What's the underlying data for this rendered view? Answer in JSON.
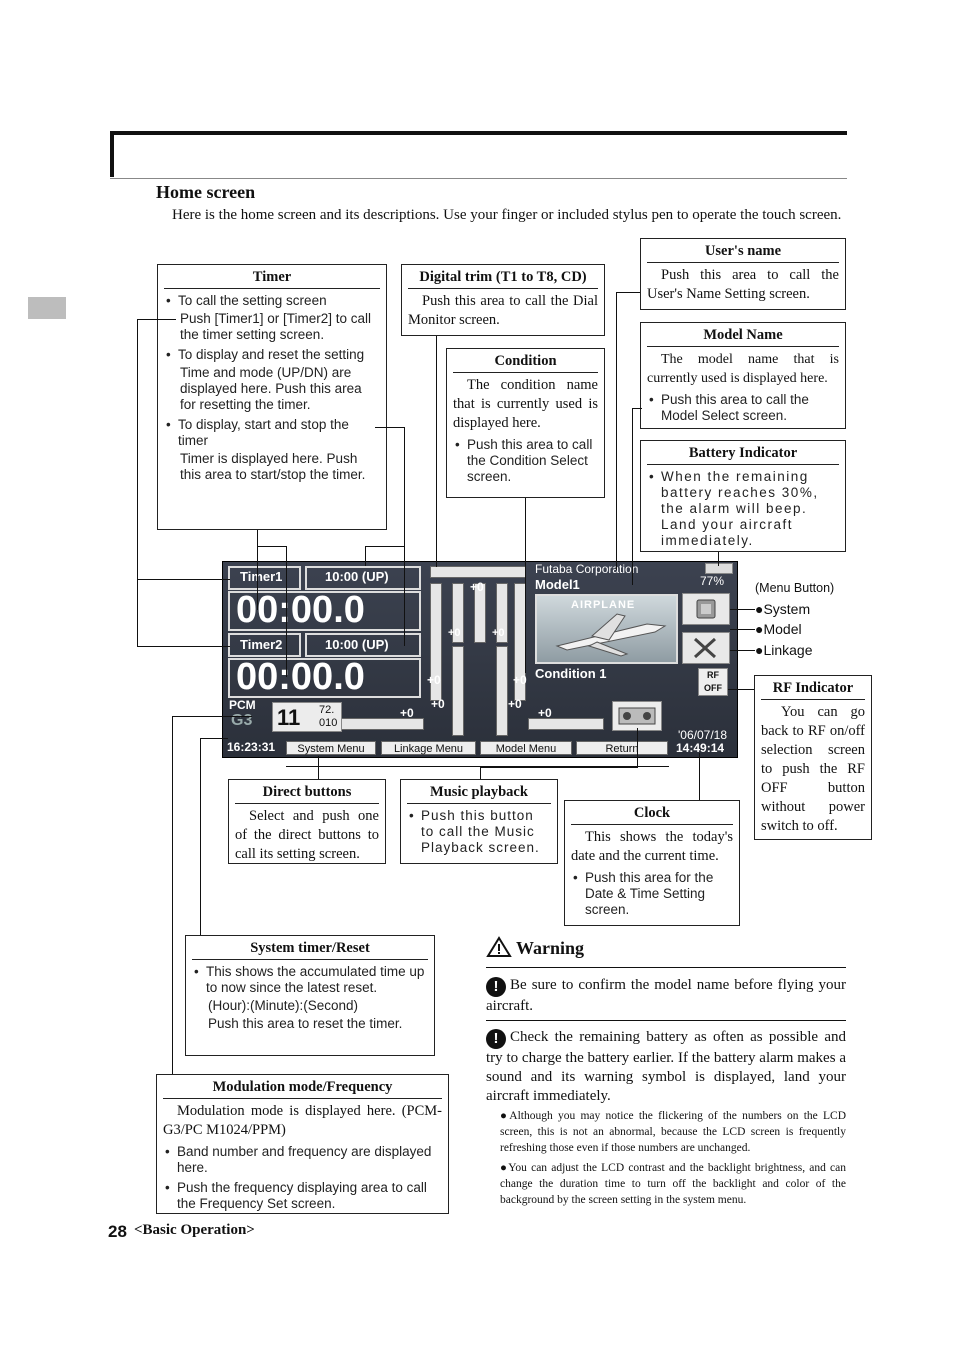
{
  "section_title": "Home screen",
  "intro": "Here is the home screen and its descriptions. Use your finger or included stylus pen to operate the touch screen.",
  "boxes": {
    "timer": {
      "title": "Timer",
      "b1": "To call the setting screen",
      "s1": "Push [Timer1] or [Timer2] to call the timer setting screen.",
      "b2": "To display and reset the setting",
      "s2": "Time and mode (UP/DN) are displayed here. Push this area for resetting the timer.",
      "b3": "To display, start and stop the timer",
      "s3": "Timer is displayed here. Push this area to start/stop the timer."
    },
    "trim": {
      "title": "Digital trim (T1 to T8, CD)",
      "text": "Push this area to call the Dial Monitor screen."
    },
    "condition": {
      "title": "Condition",
      "text": "The condition name that is currently used is displayed here.",
      "b1": "Push this area to call the Condition Select screen."
    },
    "user": {
      "title": "User's name",
      "text": "Push this area to call the User's Name Setting screen."
    },
    "model": {
      "title": "Model Name",
      "text": "The model name that is currently used is displayed here.",
      "b1": "Push this area to call the Model Select screen."
    },
    "battery": {
      "title": "Battery Indicator",
      "b1": "When the remaining battery reaches 30%, the alarm will beep. Land your aircraft immediately."
    },
    "rf": {
      "title": "RF Indicator",
      "text": "You can go back to RF on/off selection screen to push the RF OFF button without power switch to off."
    },
    "direct": {
      "title": "Direct buttons",
      "text": "Select and push one of the direct buttons to call its setting screen."
    },
    "music": {
      "title": "Music playback",
      "b1": "Push this button to call the Music Playback screen."
    },
    "clock": {
      "title": "Clock",
      "text": "This shows the today's date and the current time.",
      "b1": "Push this area for the Date & Time Setting screen."
    },
    "systimer": {
      "title": "System timer/Reset",
      "b1": "This shows the accumulated time up to now since the latest reset.",
      "s1": "(Hour):(Minute):(Second)",
      "s2": "Push this area to reset the timer."
    },
    "modulation": {
      "title": "Modulation mode/Frequency",
      "text": "Modulation mode is displayed here. (PCM-G3/PC   M1024/PPM)",
      "b1": "Band number and frequency are displayed here.",
      "b2": "Push the frequency displaying area to call the Frequency Set screen."
    }
  },
  "menu_labels": {
    "head": "(Menu Button)",
    "system": "●System",
    "model": "●Model",
    "linkage": "●Linkage"
  },
  "screen": {
    "timer1": "Timer1",
    "timer1_mode": "10:00 (UP)",
    "timer1_time": "00:00.0",
    "timer2": "Timer2",
    "timer2_mode": "10:00 (UP)",
    "timer2_time": "00:00.0",
    "company": "Futaba Corporation",
    "model": "Model1",
    "battery": "77%",
    "airplane": "AIRPLANE",
    "condition": "Condition 1",
    "modulation": "PCM",
    "modulation2": "G3",
    "band": "11",
    "freq_hi": "72.",
    "freq_lo": "010",
    "systime": "16:23:31",
    "date": "'06/07/18",
    "clock": "14:49:14",
    "trim_values": [
      "+0",
      "+0",
      "+0",
      "+0",
      "+0",
      "+0",
      "+0",
      "+0",
      "+0"
    ],
    "rf_label": "RF OFF",
    "menus": [
      "System Menu",
      "Linkage Menu",
      "Model Menu",
      "Return"
    ]
  },
  "warning": {
    "title": "Warning",
    "p1": "Be sure to confirm the model name before flying your aircraft.",
    "p2": "Check the remaining battery as often as possible and try to charge the battery earlier. If the battery alarm makes a sound and its warning symbol is displayed, land your aircraft immediately.",
    "n1": "●Although you may notice the flickering of the numbers on the LCD screen, this is not an abnormal, because the LCD screen is frequently refreshing those even if those numbers are unchanged.",
    "n2": "●You can adjust the LCD contrast and the backlight brightness, and can change the duration time to turn off the backlight and color of the background by the screen setting in the system menu."
  },
  "footer": {
    "page": "28",
    "section": "<Basic Operation>"
  }
}
